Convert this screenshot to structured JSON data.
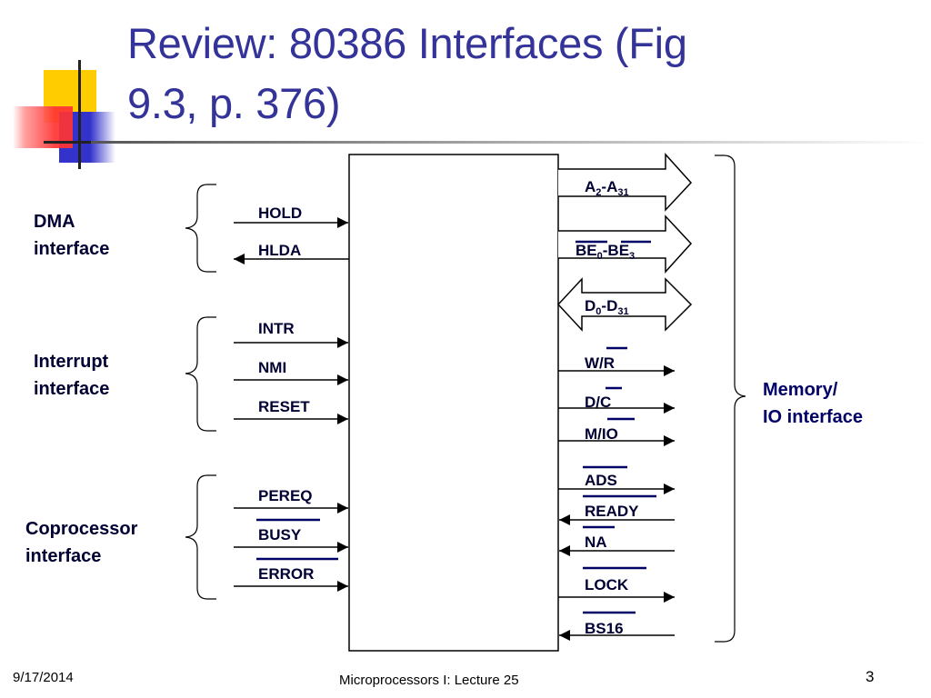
{
  "slide": {
    "title_line1": "Review: 80386 Interfaces (Fig",
    "title_line2": "9.3, p. 376)"
  },
  "left_groups": [
    {
      "line1": "DMA",
      "line2": "interface"
    },
    {
      "line1": "Interrupt",
      "line2": "interface"
    },
    {
      "line1": "Coprocessor",
      "line2": "interface"
    }
  ],
  "left_signals": {
    "hold": "HOLD",
    "hlda": "HLDA",
    "intr": "INTR",
    "nmi": "NMI",
    "reset": "RESET",
    "pereq": "PEREQ",
    "busy": "BUSY",
    "error": "ERROR"
  },
  "right_signals": {
    "addr_main": "A",
    "addr_sub1": "2",
    "addr_mid": "-A",
    "addr_sub2": "31",
    "be_main": "BE",
    "be_sub1": "0",
    "be_mid": "-BE",
    "be_sub2": "3",
    "data_main": "D",
    "data_sub1": "0",
    "data_mid": "-D",
    "data_sub2": "31",
    "wr": "W/R",
    "dc": "D/C",
    "mio": "M/IO",
    "ads": "ADS",
    "ready": "READY",
    "na": "NA",
    "lock": "LOCK",
    "bs16": "BS16"
  },
  "memory_label": {
    "line1": "Memory/",
    "line2": "IO interface"
  },
  "footer": {
    "date": "9/17/2014",
    "course": "Microprocessors I: Lecture 25",
    "page": "3"
  },
  "colors": {
    "title": "#333399",
    "deco_yellow": "#ffcc00",
    "deco_red": "#ff3333",
    "deco_blue": "#3333cc",
    "text": "#000033"
  }
}
